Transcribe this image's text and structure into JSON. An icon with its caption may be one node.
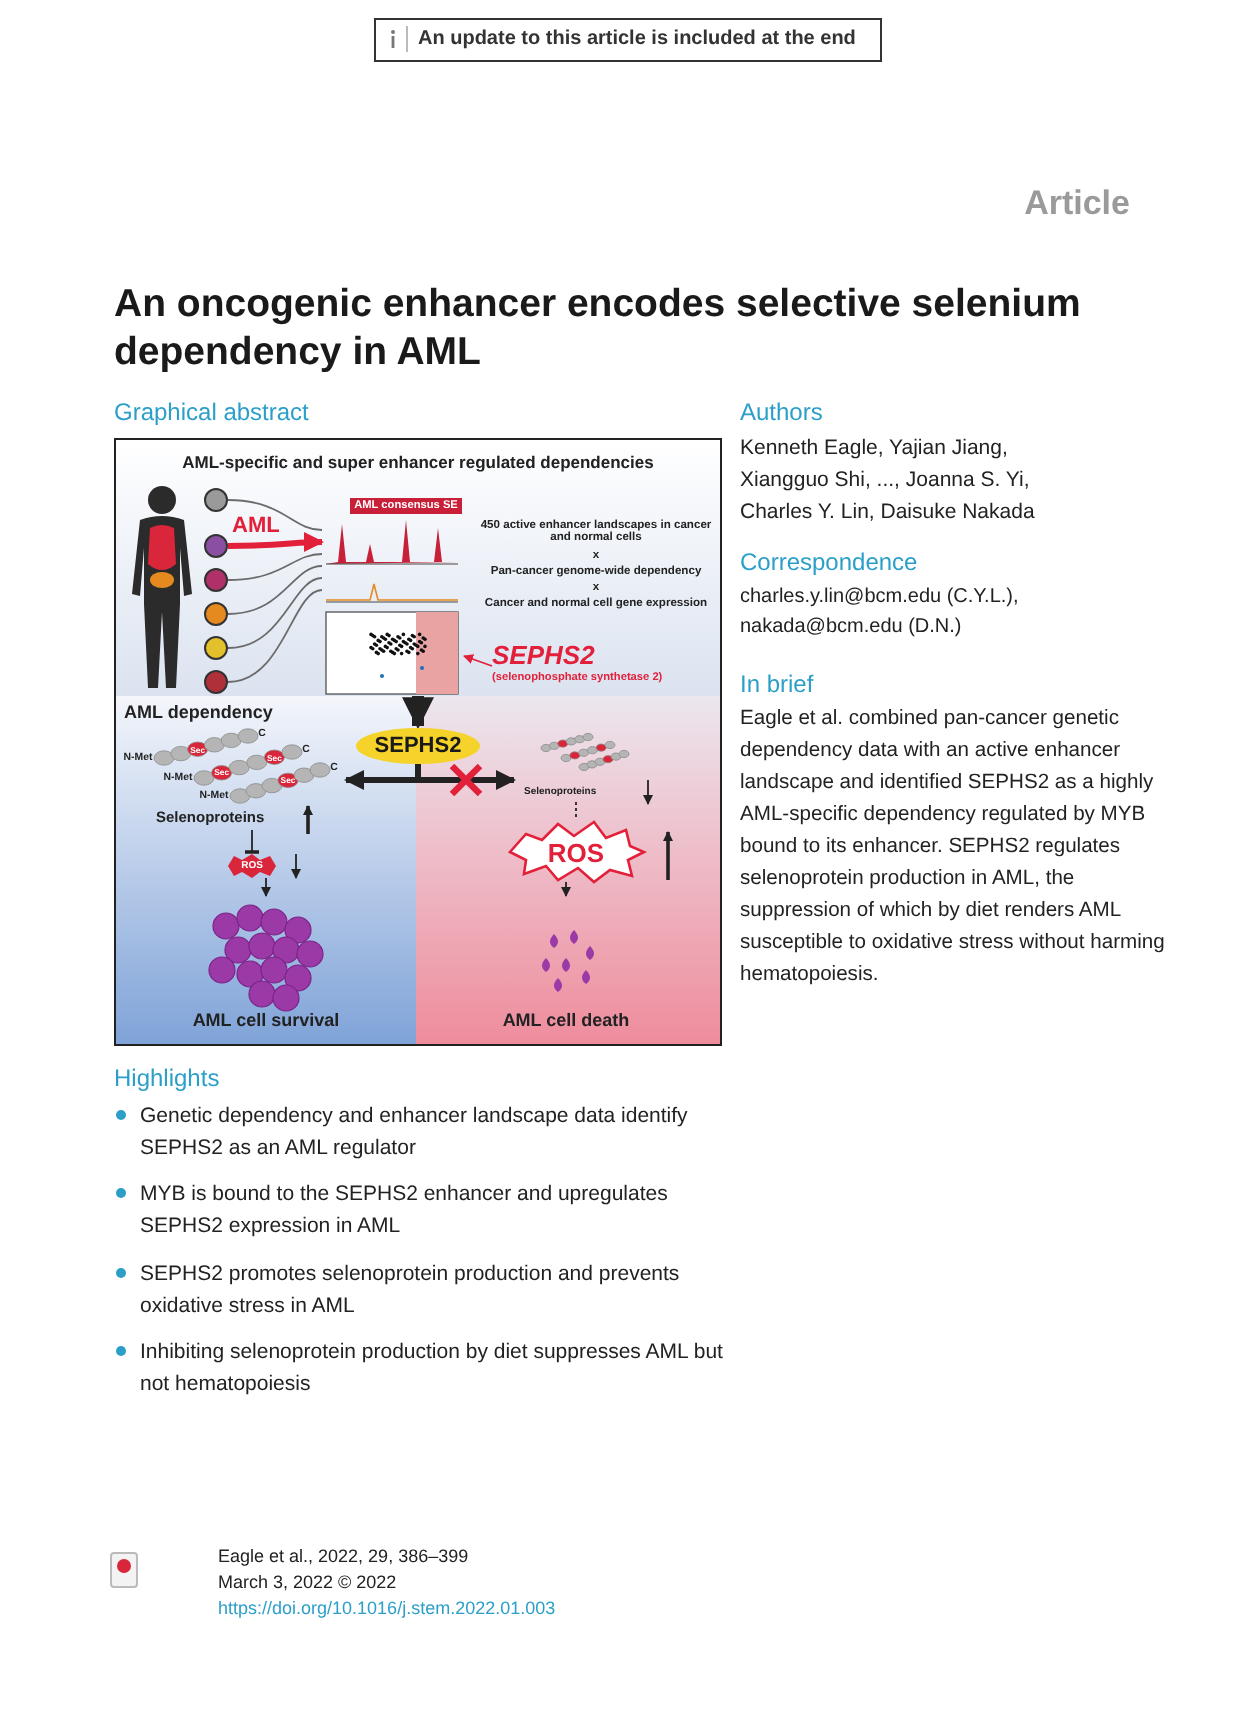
{
  "diagram": {
    "title": "An oncogenic enhancer encodes selective selenium dependency in AML",
    "nodes": [
      {
        "text": [
          "AML-specific and super enhancer regulated dependencies"
        ]
      },
      {
        "text": [],
        "shape": "picture",
        "in": 0
      },
      {
        "text": [],
        "shape": "circle",
        "in": 0
      },
      {
        "text": [],
        "shape": "circle",
        "in": 0
      },
      {
        "text": [],
        "shape": "circle",
        "in": 0
      },
      {
        "text": [],
        "shape": "circle",
        "in": 0
      },
      {
        "text": [],
        "shape": "circle",
        "in": 0
      },
      {
        "text": [],
        "shape": "circle",
        "in": 0
      },
      {
        "text": [
          "AML consensus SE"
        ],
        "in": 0
      },
      {
        "text": [
          "SEPHS2",
          "(selenophosphate synthetase 2)"
        ],
        "in": 0
      },
      {
        "text": [
          "SEPHS2"
        ]
      },
      {
        "text": [
          "AML dependency"
        ]
      },
      {
        "text": [
          "Selenoproteins"
        ],
        "in": 11
      },
      {
        "text": [
          "ROS"
        ],
        "in": 11
      },
      {
        "text": [
          "AML cell survival"
        ],
        "in": 11
      },
      {
        "text": [],
        "shape": "box"
      },
      {
        "text": [
          "Selenoproteins"
        ],
        "in": 15
      },
      {
        "text": [
          "ROS"
        ],
        "in": 15
      },
      {
        "text": [
          "AML cell death"
        ],
        "in": 15
      }
    ],
    "edges": [
      {
        "from": 2,
        "to": 8,
        "arrow": "none",
        "color": "#6b6b6b"
      },
      {
        "from": 3,
        "to": 8,
        "arrow": "to",
        "style": "thick",
        "color": "#e2203a"
      },
      {
        "from": 4,
        "to": 8,
        "arrow": "none",
        "color": "#6b6b6b"
      },
      {
        "from": 5,
        "to": 8,
        "arrow": "none",
        "color": "#6b6b6b"
      },
      {
        "from": 6,
        "to": 8,
        "arrow": "none",
        "color": "#6b6b6b"
      },
      {
        "from": 7,
        "to": 8,
        "arrow": "none",
        "color": "#6b6b6b"
      },
      {
        "from": 9,
        "to": 8,
        "arrow": "to",
        "color": "#e2203a"
      },
      {
        "from": 0,
        "to": 10,
        "arrow": "to",
        "style": "thick"
      },
      {
        "from": 10,
        "to": 12,
        "arrow": "to",
        "style": "thick"
      },
      {
        "from": 10,
        "to": 16,
        "arrow": "to",
        "style": "thick"
      },
      {
        "from": 12,
        "to": 13,
        "arrow": "other"
      },
      {
        "from": 13,
        "to": 14,
        "arrow": "to"
      },
      {
        "from": 16,
        "to": 17,
        "arrow": "none",
        "style": "dashed"
      },
      {
        "from": 17,
        "to": 18,
        "arrow": "to"
      }
    ],
    "labels": [
      "An update to this article is included at the end",
      "Article",
      "Graphical abstract",
      "AML",
      "450 active enhancer landscapes in cancer and normal cells",
      "x",
      "Pan-cancer genome-wide dependency",
      "x",
      "Cancer and normal cell gene expression",
      "N-Met",
      "N-Met",
      "N-Met",
      "Sec",
      "Sec",
      "Sec",
      "Sec",
      "C",
      "C",
      "C",
      "Authors",
      "Kenneth Eagle, Yajian Jiang, Xiangguo Shi, ..., Joanna S. Yi, Charles Y. Lin, Daisuke Nakada",
      "Correspondence",
      "charles.y.lin@bcm.edu (C.Y.L.), nakada@bcm.edu (D.N.)",
      "In brief",
      "Eagle et al. combined pan-cancer genetic dependency data with an active enhancer landscape and identified SEPHS2 as a highly AML-specific dependency regulated by MYB bound to its enhancer. SEPHS2 regulates selenoprotein production in AML, the suppression of which by diet renders AML susceptible to oxidative stress without harming hematopoiesis.",
      "Highlights",
      "Genetic dependency and enhancer landscape data identify SEPHS2 as an AML regulator",
      "MYB is bound to the SEPHS2 enhancer and upregulates SEPHS2 expression in AML",
      "SEPHS2 promotes selenoprotein production and prevents oxidative stress in AML",
      "Inhibiting selenoprotein production by diet suppresses AML but not hematopoiesis",
      "Eagle et al., 2022, 29, 386–399",
      "March 3, 2022 © 2022",
      "https://doi.org/10.1016/j.stem.2022.01.003"
    ]
  }
}
